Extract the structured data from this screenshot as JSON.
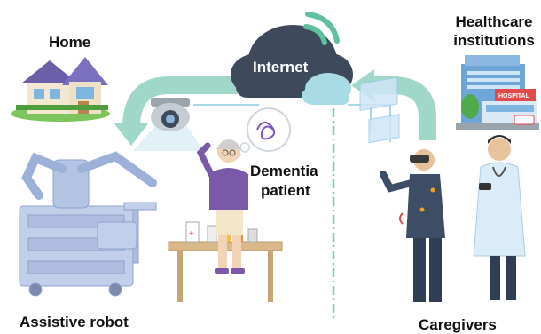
{
  "labels": {
    "home": "Home",
    "healthcare_line1": "Healthcare",
    "healthcare_line2": "institutions",
    "internet": "Internet",
    "dementia_line1": "Dementia",
    "dementia_line2": "patient",
    "robot": "Assistive robot",
    "caregivers": "Caregivers"
  },
  "icons": {
    "home": "house-icon",
    "hospital": "hospital-building-icon",
    "cloud": "cloud-icon",
    "wifi": "wifi-signal-icon",
    "camera": "security-camera-icon",
    "robot": "dual-arm-robot-icon",
    "patient": "elderly-woman-icon",
    "caregiver_vr": "vr-caregiver-icon",
    "doctor": "doctor-icon"
  },
  "hospital_sign": "HOSPITAL",
  "colors": {
    "arrow": "#9fd8c9",
    "cloud": "#3e4a5c",
    "cloud_light": "#a8dbe6",
    "wifi": "#5fbf9f",
    "divider": "#7fc9b8"
  }
}
